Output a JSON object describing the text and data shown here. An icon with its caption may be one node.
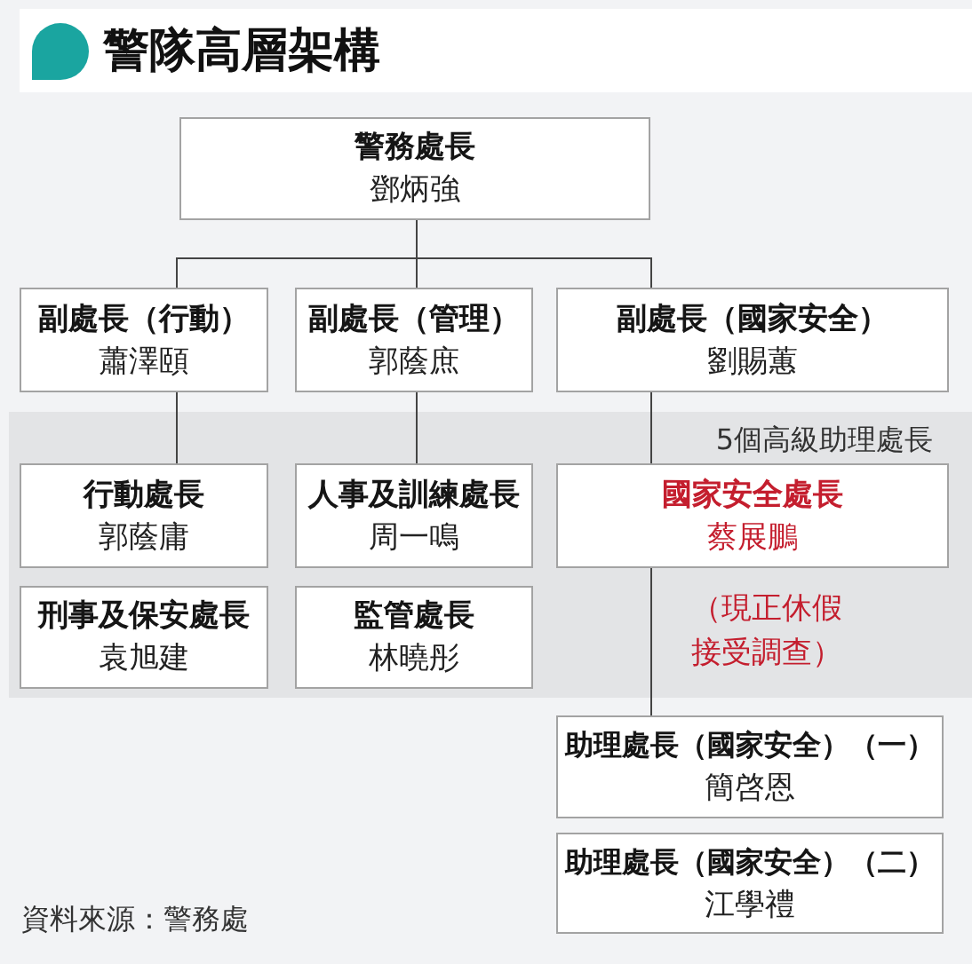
{
  "diagram": {
    "title": "警隊高層架構",
    "nodes": [
      {
        "text": [
          "警務處長",
          "鄧炳強"
        ]
      },
      {
        "text": [
          "副處長（行動）",
          "蕭澤頤"
        ]
      },
      {
        "text": [
          "副處長（管理）",
          "郭蔭庶"
        ]
      },
      {
        "text": [
          "副處長（國家安全）",
          "劉賜蕙"
        ]
      },
      {
        "text": [
          "5個高級助理處長"
        ]
      },
      {
        "text": [
          "行動處長",
          "郭蔭庸"
        ],
        "in": 4
      },
      {
        "text": [
          "人事及訓練處長",
          "周一鳴"
        ],
        "in": 4
      },
      {
        "text": [
          "國家安全處長",
          "蔡展鵬"
        ],
        "in": 4,
        "beside": [
          "（現正休假接受調查）"
        ]
      },
      {
        "text": [
          "刑事及保安處長",
          "袁旭建"
        ],
        "in": 4
      },
      {
        "text": [
          "監管處長",
          "林曉彤"
        ],
        "in": 4
      },
      {
        "text": [
          "助理處長（國家安全）（一）",
          "簡啓恩"
        ]
      },
      {
        "text": [
          "助理處長（國家安全）（二）",
          "江學禮"
        ]
      }
    ],
    "edges": [
      {
        "from": 0,
        "to": 1,
        "arrow": "none"
      },
      {
        "from": 0,
        "to": 2,
        "arrow": "none"
      },
      {
        "from": 0,
        "to": 3,
        "arrow": "none"
      },
      {
        "from": 1,
        "to": 5,
        "arrow": "none"
      },
      {
        "from": 2,
        "to": 6,
        "arrow": "none"
      },
      {
        "from": 3,
        "to": 7,
        "arrow": "none"
      },
      {
        "from": 7,
        "to": 10,
        "arrow": "none"
      }
    ],
    "labels": [
      "資料來源：警務處"
    ]
  }
}
